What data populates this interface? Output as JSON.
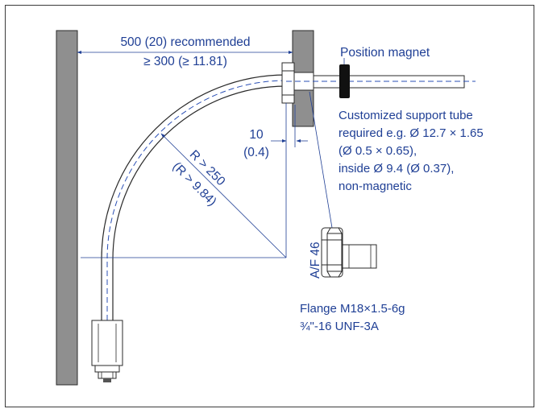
{
  "dims": {
    "spacing": "500 (20) recommended",
    "spacing_min": "≥ 300 (≥ 11.81)",
    "gap": "10",
    "gap_inch": "(0.4)",
    "radius": "R > 250",
    "radius_inch": "(R > 9.84)"
  },
  "labels": {
    "magnet": "Position magnet",
    "tube": [
      "Customized support tube",
      "required e.g. Ø 12.7 × 1.65",
      "(Ø 0.5 × 0.65),",
      "inside Ø 9.4 (Ø 0.37),",
      "non-magnetic"
    ],
    "af": "A/F 46",
    "flange": [
      "Flange M18×1.5-6g",
      "¾\"-16 UNF-3A"
    ]
  },
  "colors": {
    "annotation": "#1f3f95",
    "wall": "#8f8f8f",
    "line": "#2a2a2a"
  }
}
